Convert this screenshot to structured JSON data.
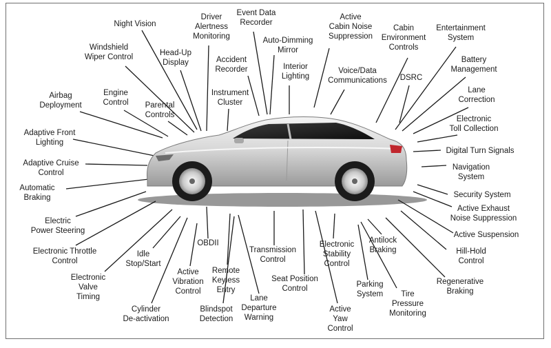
{
  "features": [
    {
      "id": "night-vision",
      "lines": [
        "Night Vision"
      ]
    },
    {
      "id": "driver-alertness-monitoring",
      "lines": [
        "Driver",
        "Alertness",
        "Monitoring"
      ]
    },
    {
      "id": "event-data-recorder",
      "lines": [
        "Event Data",
        "Recorder"
      ]
    },
    {
      "id": "active-cabin-noise-suppression",
      "lines": [
        "Active",
        "Cabin Noise",
        "Suppression"
      ]
    },
    {
      "id": "cabin-environment-controls",
      "lines": [
        "Cabin",
        "Environment",
        "Controls"
      ]
    },
    {
      "id": "entertainment-system",
      "lines": [
        "Entertainment",
        "System"
      ]
    },
    {
      "id": "windshield-wiper-control",
      "lines": [
        "Windshield",
        "Wiper Control"
      ]
    },
    {
      "id": "head-up-display",
      "lines": [
        "Head-Up",
        "Display"
      ]
    },
    {
      "id": "auto-dimming-mirror",
      "lines": [
        "Auto-Dimming",
        "Mirror"
      ]
    },
    {
      "id": "accident-recorder",
      "lines": [
        "Accident",
        "Recorder"
      ]
    },
    {
      "id": "battery-management",
      "lines": [
        "Battery",
        "Management"
      ]
    },
    {
      "id": "interior-lighting",
      "lines": [
        "Interior",
        "Lighting"
      ]
    },
    {
      "id": "voice-data-communications",
      "lines": [
        "Voice/Data",
        "Communications"
      ]
    },
    {
      "id": "dsrc",
      "lines": [
        "DSRC"
      ]
    },
    {
      "id": "airbag-deployment",
      "lines": [
        "Airbag",
        "Deployment"
      ]
    },
    {
      "id": "engine-control",
      "lines": [
        "Engine",
        "Control"
      ]
    },
    {
      "id": "instrument-cluster",
      "lines": [
        "Instrument",
        "Cluster"
      ]
    },
    {
      "id": "lane-correction",
      "lines": [
        "Lane",
        "Correction"
      ]
    },
    {
      "id": "parental-controls",
      "lines": [
        "Parental",
        "Controls"
      ]
    },
    {
      "id": "electronic-toll-collection",
      "lines": [
        "Electronic",
        "Toll Collection"
      ]
    },
    {
      "id": "adaptive-front-lighting",
      "lines": [
        "Adaptive Front",
        "Lighting"
      ]
    },
    {
      "id": "digital-turn-signals",
      "lines": [
        "Digital Turn Signals"
      ]
    },
    {
      "id": "adaptive-cruise-control",
      "lines": [
        "Adaptive Cruise",
        "Control"
      ]
    },
    {
      "id": "navigation-system",
      "lines": [
        "Navigation",
        "System"
      ]
    },
    {
      "id": "automatic-braking",
      "lines": [
        "Automatic",
        "Braking"
      ]
    },
    {
      "id": "security-system",
      "lines": [
        "Security System"
      ]
    },
    {
      "id": "active-exhaust-noise-suppression",
      "lines": [
        "Active Exhaust",
        "Noise Suppression"
      ]
    },
    {
      "id": "electric-power-steering",
      "lines": [
        "Electric",
        "Power Steering"
      ]
    },
    {
      "id": "active-suspension",
      "lines": [
        "Active Suspension"
      ]
    },
    {
      "id": "obdii",
      "lines": [
        "OBDII"
      ]
    },
    {
      "id": "transmission-control",
      "lines": [
        "Transmission",
        "Control"
      ]
    },
    {
      "id": "electronic-stability-control",
      "lines": [
        "Electronic",
        "Stability",
        "Control"
      ]
    },
    {
      "id": "antilock-braking",
      "lines": [
        "Antilock",
        "Braking"
      ]
    },
    {
      "id": "hill-hold-control",
      "lines": [
        "Hill-Hold",
        "Control"
      ]
    },
    {
      "id": "electronic-throttle-control",
      "lines": [
        "Electronic Throttle",
        "Control"
      ]
    },
    {
      "id": "idle-stop-start",
      "lines": [
        "Idle",
        "Stop/Start"
      ]
    },
    {
      "id": "active-vibration-control",
      "lines": [
        "Active",
        "Vibration",
        "Control"
      ]
    },
    {
      "id": "remote-keyless-entry",
      "lines": [
        "Remote",
        "Keyless",
        "Entry"
      ]
    },
    {
      "id": "regenerative-braking",
      "lines": [
        "Regenerative",
        "Braking"
      ]
    },
    {
      "id": "electronic-valve-timing",
      "lines": [
        "Electronic",
        "Valve",
        "Timing"
      ]
    },
    {
      "id": "seat-position-control",
      "lines": [
        "Seat Position",
        "Control"
      ]
    },
    {
      "id": "parking-system",
      "lines": [
        "Parking",
        "System"
      ]
    },
    {
      "id": "tire-pressure-monitoring",
      "lines": [
        "Tire",
        "Pressure",
        "Monitoring"
      ]
    },
    {
      "id": "lane-departure-warning",
      "lines": [
        "Lane",
        "Departure",
        "Warning"
      ]
    },
    {
      "id": "cylinder-de-activation",
      "lines": [
        "Cylinder",
        "De-activation"
      ]
    },
    {
      "id": "blindspot-detection",
      "lines": [
        "Blindspot",
        "Detection"
      ]
    },
    {
      "id": "active-yaw-control",
      "lines": [
        "Active",
        "Yaw",
        "Control"
      ]
    }
  ]
}
